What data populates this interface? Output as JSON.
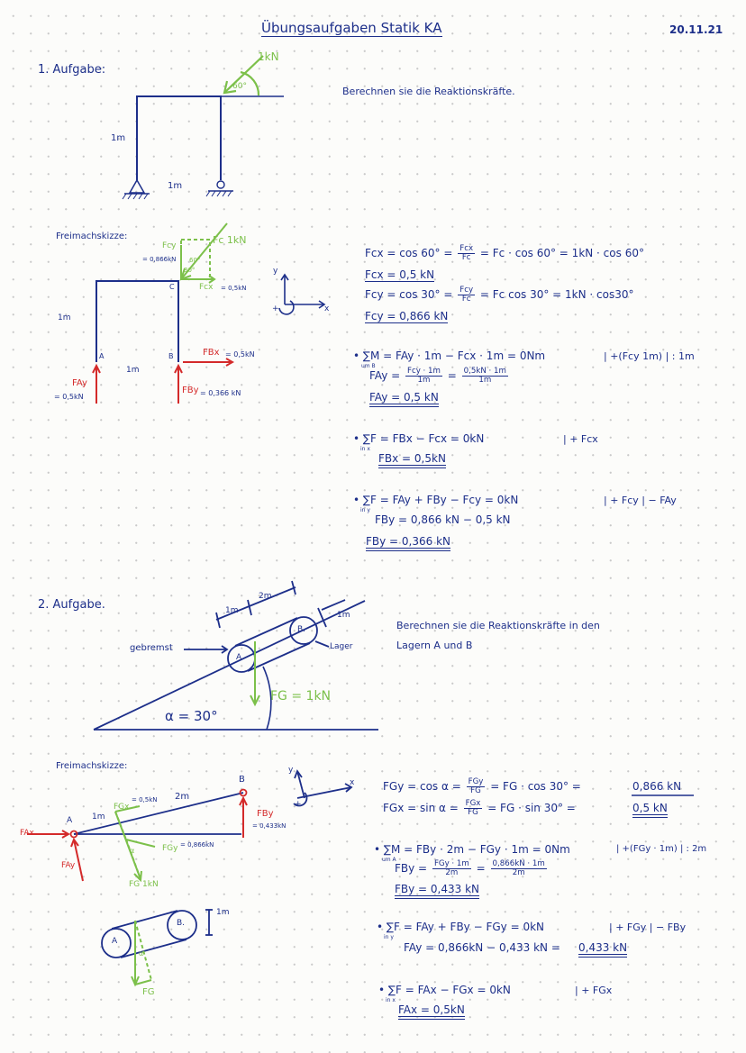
{
  "header": {
    "title": "Übungsaufgaben Statik KA",
    "date": "20.11.21"
  },
  "task1": {
    "heading": "1. Aufgabe:",
    "instruction": "Berechnen sie die Reaktionskräfte.",
    "force_label": "1kN",
    "angle_label": "60°",
    "height_label": "1m",
    "width_label": "1m",
    "fbd_heading": "Freimachskizze:",
    "fbd": {
      "fc_label": "Fc 1kN",
      "fcy_label": "Fcy",
      "fcy_value": "= 0,866kN",
      "fcx_label": "Fcx",
      "fcx_value": "= 0,5kN",
      "angle_60": "60°",
      "angle_30": "30°",
      "point_a": "A",
      "point_b": "B",
      "point_c": "C",
      "height_label": "1m",
      "width_label": "1m",
      "fbx_label": "FBx",
      "fbx_value": "= 0,5kN",
      "fby_label": "FBy",
      "fby_value": "= 0,366 kN",
      "fay_label": "FAy",
      "fay_value": "= 0,5kN",
      "axis_x": "x",
      "axis_y": "y",
      "axis_plus": "+"
    },
    "calc": {
      "l1": "Fcx = cos 60° =",
      "f1_num": "Fcx",
      "f1_den": "Fc",
      "l1b": "= Fc · cos 60° = 1kN · cos 60°",
      "r1": "Fcx = 0,5 kN",
      "l2": "Fcy = cos 30° =",
      "f2_num": "Fcy",
      "f2_den": "Fc",
      "l2b": "= Fc cos 30° = 1kN · cos30°",
      "r2": "Fcy = 0,866 kN",
      "m_sum": "• ∑M = FAy · 1m − Fcx · 1m = 0Nm",
      "m_sub": "um B",
      "m_op": "| +(Fcy 1m) | : 1m",
      "m_l2": "FAy =",
      "m_f_num": "Fcy · 1m",
      "m_f_den": "1m",
      "m_eq": "=",
      "m_f2_num": "0,5kN · 1m",
      "m_f2_den": "1m",
      "m_res": "FAy = 0,5 kN",
      "x_sum": "• ∑F = FBx − Fcx = 0kN",
      "x_sub": "in x",
      "x_op": "| + Fcx",
      "x_res": "FBx = 0,5kN",
      "y_sum": "• ∑F = FAy + FBy − Fcy = 0kN",
      "y_sub": "in y",
      "y_op": "| + Fcy | − FAy",
      "y_l2": "FBy = 0,866 kN − 0,5 kN",
      "y_res": "FBy = 0,366 kN"
    }
  },
  "task2": {
    "heading": "2. Aufgabe.",
    "instruction_line1": "Berechnen sie die Reaktionskräfte in den",
    "instruction_line2": "Lagern A und B",
    "dim_1m": "1m",
    "dim_2m": "2m",
    "dim_1m_b": "1m",
    "braked": "gebremst",
    "bearing": "Lager",
    "point_a": "A",
    "point_b": "B.",
    "fg_label": "FG = 1kN",
    "alpha_label": "α = 30°",
    "fbd_heading": "Freimachskizze:",
    "fbd": {
      "fax": "FAx",
      "fay": "FAy",
      "point_a": "A",
      "point_b": "B",
      "dim_1m": "1m",
      "dim_2m": "2m",
      "fgx": "FGx",
      "fgx_value": "= 0,5kN",
      "fgy": "FGy",
      "fgy_value": "= 0,866kN",
      "fg": "FG 1kN",
      "fby": "FBy",
      "fby_value": "= 0,433kN",
      "alpha": "α",
      "axis_x": "x",
      "axis_y": "y",
      "axis_plus": "+"
    },
    "sketch2": {
      "point_a": "A",
      "point_b": "B.",
      "dim": "1m",
      "fg": "FG",
      "alpha": "α"
    },
    "calc": {
      "l1": "FGy = cos α =",
      "f1_num": "FGy",
      "f1_den": "FG",
      "l1b": "= FG · cos 30° =",
      "r1": "0,866 kN",
      "l2": "FGx = sin α =",
      "f2_num": "FGx",
      "f2_den": "FG",
      "l2b": "= FG · sin 30° =",
      "r2": "0,5 kN",
      "m_sum": "• ∑M = FBy · 2m − FGy · 1m = 0Nm",
      "m_sub": "um A",
      "m_op": "| +(FGy · 1m) | : 2m",
      "m_l2": "FBy =",
      "m_f_num": "FGy · 1m",
      "m_f_den": "2m",
      "m_eq": "=",
      "m_f2_num": "0,866kN · 1m",
      "m_f2_den": "2m",
      "m_res": "FBy = 0,433 kN",
      "y_sum": "• ∑F = FAy + FBy − FGy = 0kN",
      "y_sub": "in y",
      "y_op": "| + FGy | − FBy",
      "y_l2": "FAy = 0,866kN − 0,433 kN =",
      "y_res": "0,433 kN",
      "x_sum": "• ∑F = FAx − FGx = 0kN",
      "x_sub": "in x",
      "x_op": "| + FGx",
      "x_res": "FAx = 0,5kN"
    }
  }
}
